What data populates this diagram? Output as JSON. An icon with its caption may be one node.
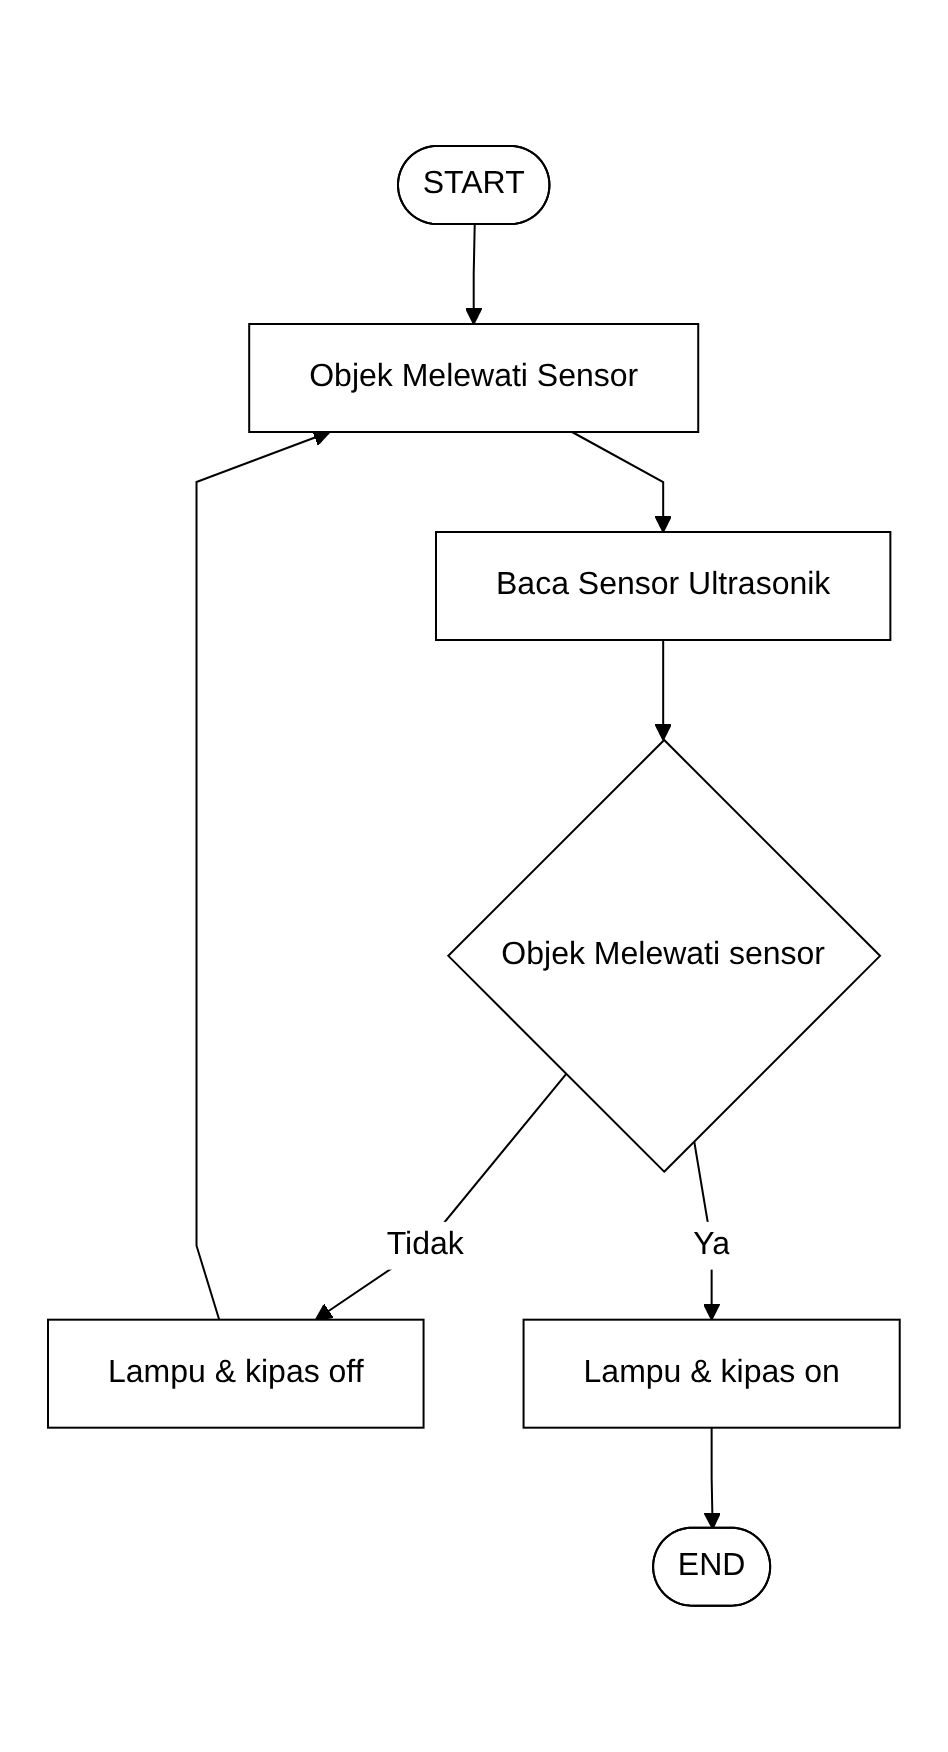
{
  "diagram": {
    "nodes": [
      {
        "text": [
          "START"
        ]
      },
      {
        "text": [
          "Objek Melewati Sensor"
        ]
      },
      {
        "text": [
          "Baca Sensor Ultrasonik"
        ]
      },
      {
        "text": [
          "Objek Melewati sensor"
        ]
      },
      {
        "text": [
          "Lampu & kipas off"
        ]
      },
      {
        "text": [
          "Lampu & kipas on"
        ]
      },
      {
        "text": [
          "END"
        ]
      }
    ],
    "edges": [
      {
        "from": 0,
        "to": 1,
        "arrow": "to"
      },
      {
        "from": 1,
        "to": 2,
        "arrow": "to"
      },
      {
        "from": 2,
        "to": 3,
        "arrow": "to"
      },
      {
        "from": 3,
        "to": 4,
        "arrow": "to",
        "label": "Tidak"
      },
      {
        "from": 3,
        "to": 5,
        "arrow": "to",
        "label": "Ya"
      },
      {
        "from": 4,
        "to": 1,
        "arrow": "to"
      },
      {
        "from": 5,
        "to": 6,
        "arrow": "to"
      }
    ]
  }
}
